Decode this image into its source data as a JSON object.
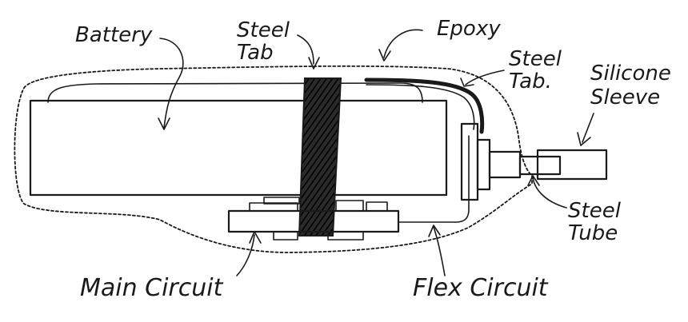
{
  "diagram": {
    "labels": {
      "battery": "Battery",
      "steel_tab_top_line1": "Steel",
      "steel_tab_top_line2": "Tab",
      "epoxy": "Epoxy",
      "steel_tab_right_line1": "Steel",
      "steel_tab_right_line2": "Tab.",
      "silicone_line1": "Silicone",
      "silicone_line2": "Sleeve",
      "steel_tube_line1": "Steel",
      "steel_tube_line2": "Tube",
      "main_circuit": "Main Circuit",
      "flex_circuit": "Flex Circuit"
    },
    "colors": {
      "ink": "#1a1a1a",
      "background": "#ffffff"
    }
  }
}
